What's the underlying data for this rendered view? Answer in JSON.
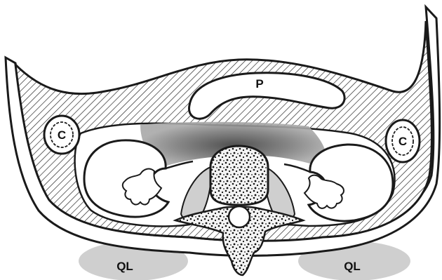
{
  "labels": {
    "pancreas": "P",
    "colon_left": "C",
    "colon_right": "C",
    "ql_left": "QL",
    "ql_right": "QL"
  },
  "colors": {
    "outline": "#1a1a1a",
    "hatch": "#2a2a2a",
    "shade": "#6e6e6e",
    "muscle": "#c8c8c8",
    "background": "#ffffff"
  }
}
